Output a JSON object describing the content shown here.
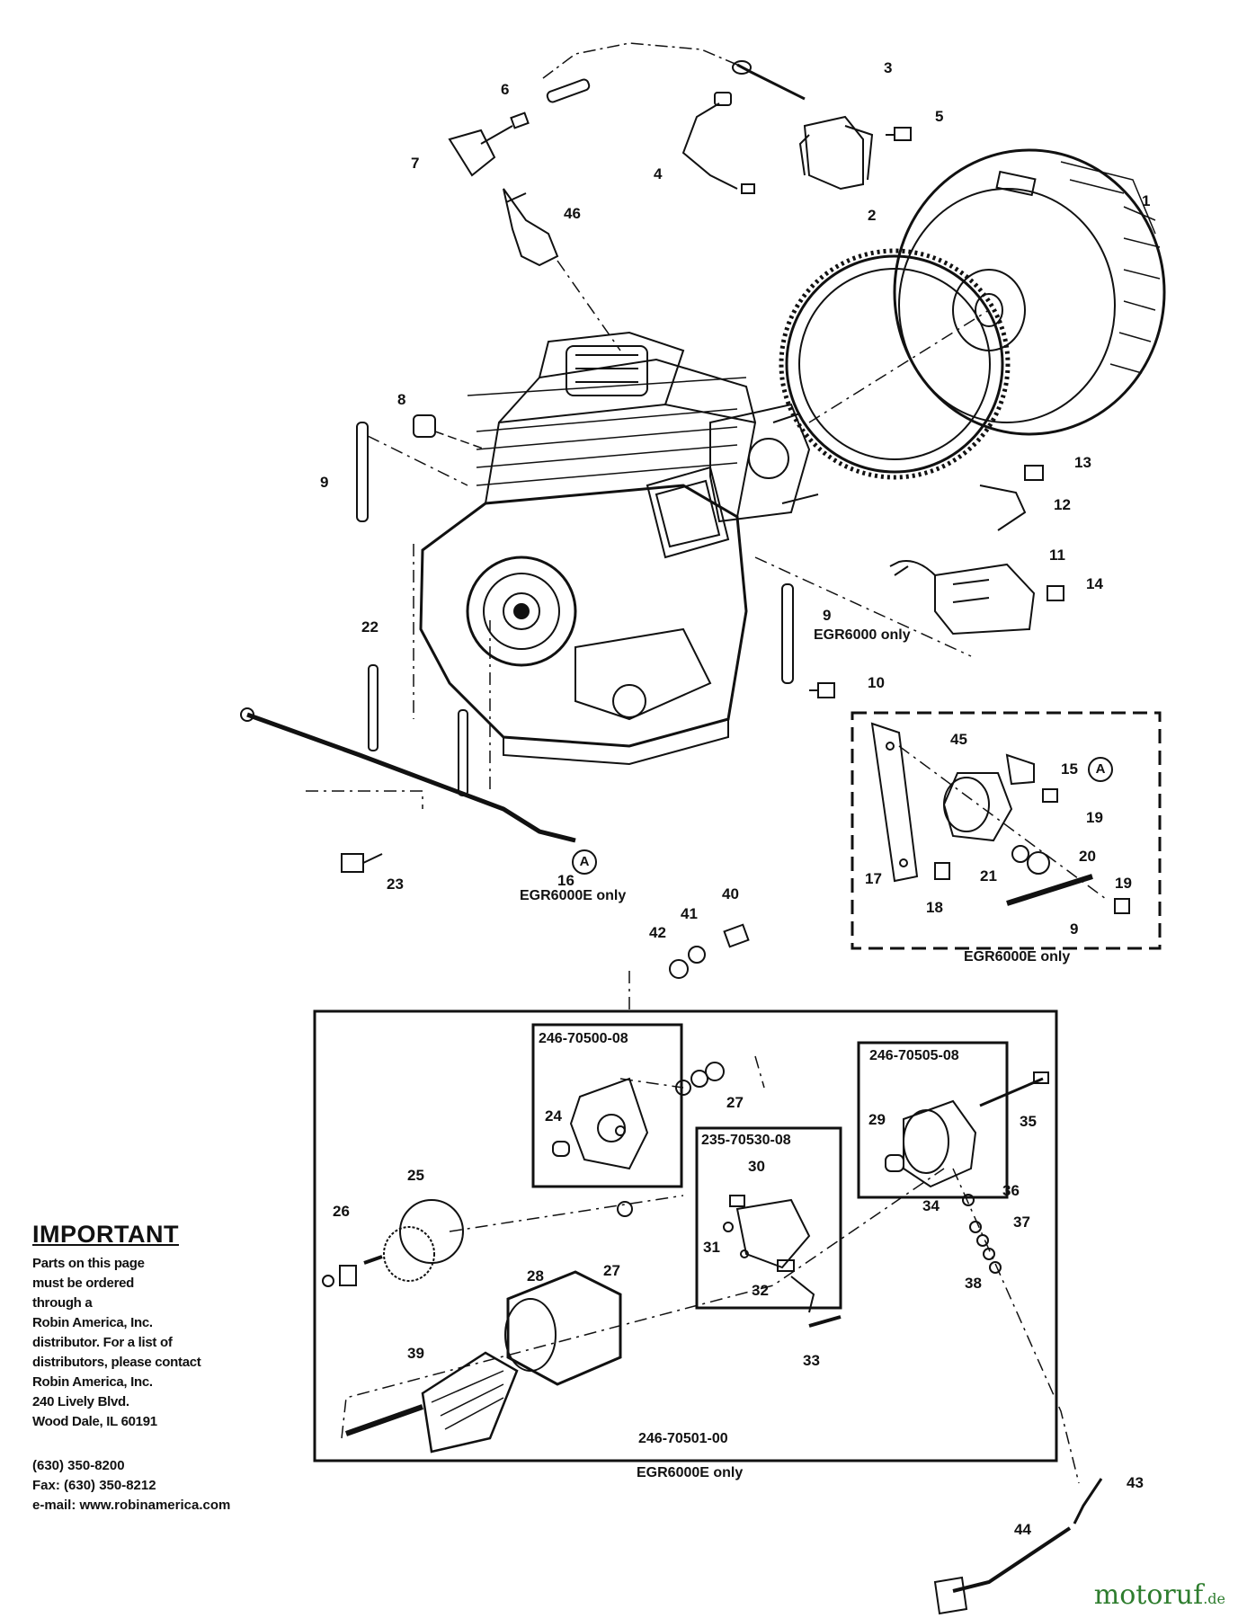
{
  "callouts": {
    "c1": "1",
    "c2": "2",
    "c3": "3",
    "c4": "4",
    "c5": "5",
    "c6": "6",
    "c7": "7",
    "c8": "8",
    "c9a": "9",
    "c9b": "9",
    "c9c": "9",
    "c10": "10",
    "c11": "11",
    "c12": "12",
    "c13": "13",
    "c14": "14",
    "c15": "15",
    "c16": "16",
    "c17": "17",
    "c18": "18",
    "c19a": "19",
    "c19b": "19",
    "c20": "20",
    "c21": "21",
    "c22": "22",
    "c23": "23",
    "c24": "24",
    "c25": "25",
    "c26": "26",
    "c27a": "27",
    "c27b": "27",
    "c28": "28",
    "c29": "29",
    "c30": "30",
    "c31": "31",
    "c32": "32",
    "c33": "33",
    "c34": "34",
    "c35": "35",
    "c36": "36",
    "c37": "37",
    "c38": "38",
    "c39": "39",
    "c40": "40",
    "c41": "41",
    "c42": "42",
    "c43": "43",
    "c44": "44",
    "c45": "45",
    "c46": "46"
  },
  "circle_marker": "A",
  "notes": {
    "egr6000_only": "EGR6000 only",
    "egr6000e_only_16": "EGR6000E only",
    "egr6000e_only_solenoid": "EGR6000E only",
    "egr6000e_only_starter": "EGR6000E only"
  },
  "part_numbers": {
    "box_246_70500": "246-70500-08",
    "box_246_70505": "246-70505-08",
    "box_235_70530": "235-70530-08",
    "starter_assembly": "246-70501-00"
  },
  "important": {
    "heading": "IMPORTANT",
    "lines": [
      "Parts on this page",
      "must be ordered",
      "through a",
      "Robin America, Inc.",
      "distributor. For a list of",
      "distributors, please contact",
      "Robin America, Inc.",
      "240 Lively Blvd.",
      "Wood Dale, IL 60191"
    ],
    "phone": "(630) 350-8200",
    "fax": "Fax: (630) 350-8212",
    "email": "e-mail: www.robinamerica.com"
  },
  "watermark": {
    "name": "motoruf",
    "suffix": ".de"
  }
}
